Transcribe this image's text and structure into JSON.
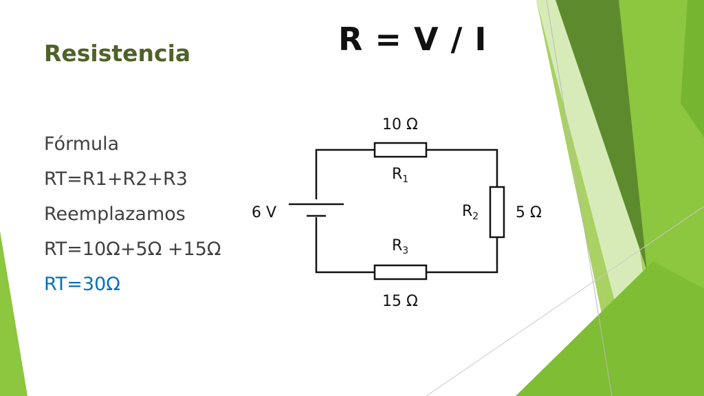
{
  "slide": {
    "title": "Resistencia",
    "formula_header": "R = V / I",
    "lines": [
      {
        "text": "Fórmula",
        "highlight": false
      },
      {
        "text": "RT=R1+R2+R3",
        "highlight": false
      },
      {
        "text": "Reemplazamos",
        "highlight": false
      },
      {
        "text": "RT=10Ω+5Ω +15Ω",
        "highlight": false
      },
      {
        "text": "RT=30Ω",
        "highlight": true
      }
    ]
  },
  "circuit": {
    "source_label": "6 V",
    "r1": {
      "symbol": "R",
      "sub": "1",
      "value": "10 Ω"
    },
    "r2": {
      "symbol": "R",
      "sub": "2",
      "value": "5 Ω"
    },
    "r3": {
      "symbol": "R",
      "sub": "3",
      "value": "15 Ω"
    }
  },
  "colors": {
    "title": "#4f6228",
    "text": "#404040",
    "highlight": "#0070c0",
    "accent_green": "#8dc63f",
    "dark_green": "#5e8a2e"
  }
}
